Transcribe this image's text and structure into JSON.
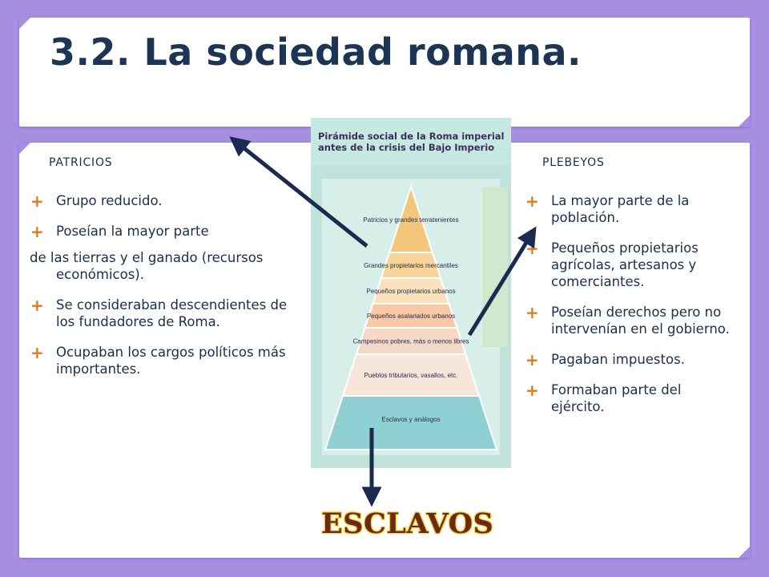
{
  "slide": {
    "title": "3.2. La sociedad romana."
  },
  "left_column": {
    "heading": "PATRICIOS",
    "items": [
      "Grupo reducido.",
      "Poseían la mayor parte",
      "de las tierras y el ganado (recursos económicos).",
      "Se consideraban descendientes de los fundadores de Roma.",
      "Ocupaban los cargos políticos más importantes."
    ]
  },
  "right_column": {
    "heading": "PLEBEYOS",
    "items": [
      "La mayor parte de la población.",
      "Pequeños propietarios agrícolas, artesanos y comerciantes.",
      "Poseían derechos pero no intervenían en el gobierno.",
      "Pagaban impuestos.",
      "Formaban parte del ejército."
    ]
  },
  "figure": {
    "caption_line1": "Pirámide social de la Roma imperial",
    "caption_line2": "antes de la crisis del Bajo Imperio",
    "levels": [
      "Patricios y grandes terratenientes",
      "Grandes propietarios mercantiles",
      "Pequeños propietarios urbanos",
      "Pequeños asalariados urbanos",
      "Campesinos pobres, más o menos libres",
      "Pueblos tributarios, vasallos, etc.",
      "Esclavos y análogos"
    ],
    "level_colors": [
      "#f3c77a",
      "#f6d49a",
      "#f9e3bd",
      "#f7c9a5",
      "#f5d8c6",
      "#f7e6da",
      "#8fd0d3"
    ]
  },
  "callout": {
    "label": "ESCLAVOS"
  },
  "colors": {
    "background": "#a88ee0",
    "panel": "#ffffff",
    "title_text": "#1c3554",
    "bullet_accent": "#e07b1c",
    "arrow": "#1b2b4f"
  },
  "icons": {
    "bullet": "plus-icon"
  }
}
